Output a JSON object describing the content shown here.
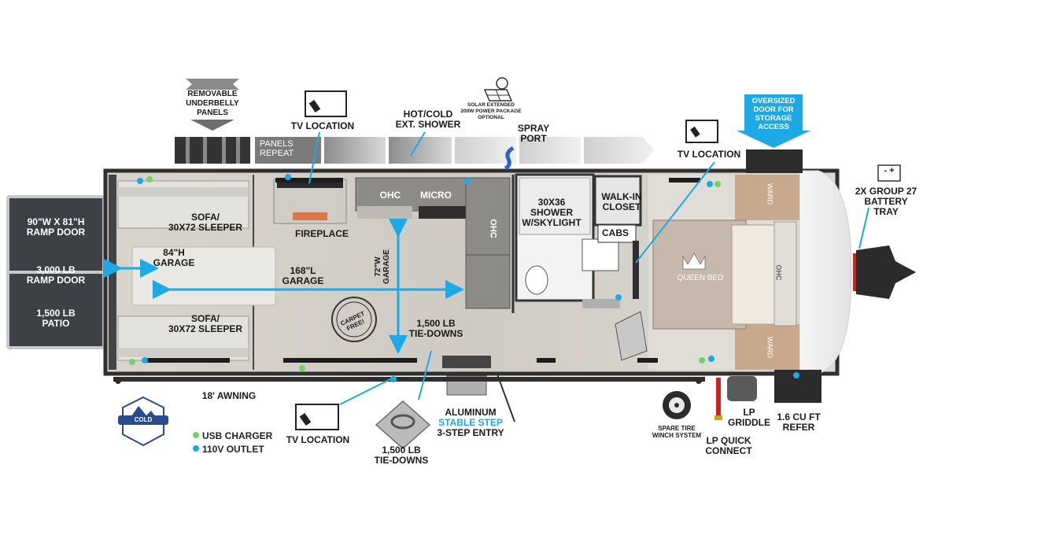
{
  "colors": {
    "usb": "#6fd36a",
    "outlet": "#1da8e6",
    "accent": "#1da8e6",
    "wall": "#3a3a3a",
    "floor": "#d9d7d3",
    "ramp": "#3d4044",
    "ramp_frame": "#c9c9c9"
  },
  "labels": {
    "removable_panels": "REMOVABLE\nUNDERBELLY\nPANELS",
    "panels_repeat": "PANELS\nREPEAT",
    "tv_location_top": "TV LOCATION",
    "hot_cold_shower": "HOT/COLD\nEXT. SHOWER",
    "solar_package": "SOLAR EXTENDED\n200W POWER PACKAGE\nOPTIONAL",
    "spray_port": "SPRAY\nPORT",
    "tv_location_bedroom": "TV LOCATION",
    "oversized_door": "OVERSIZED\nDOOR FOR\nSTORAGE\nACCESS",
    "battery_tray": "2X GROUP 27\nBATTERY\nTRAY",
    "ramp_door_size": "90\"W x 81\"H\nRAMP DOOR",
    "ramp_door_weight": "3,000 LB\nRAMP DOOR",
    "patio": "1,500 LB\nPATIO",
    "sofa_top": "SOFA/\n30x72 SLEEPER",
    "sofa_bottom": "SOFA/\n30x72 SLEEPER",
    "garage_height": "84\"H\nGARAGE",
    "garage_length": "168\"L\nGARAGE",
    "garage_width": "72\"W\nGARAGE",
    "fireplace": "FIREPLACE",
    "ohc_kitchen": "OHC",
    "micro": "MICRO",
    "ohc_side": "OHC",
    "shower": "30x36\nSHOWER\nw/SKYLIGHT",
    "walk_in_closet": "WALK-IN\nCLOSET",
    "cabs": "CABS",
    "queen_bed": "QUEEN BED",
    "ohc_bed": "OHC",
    "ward_top": "WARD",
    "ward_bottom": "WARD",
    "carpet_free": "CARPET FREE!",
    "tie_downs_interior": "1,500 LB\nTIE-DOWNS",
    "awning": "18' AWNING",
    "tv_location_bottom": "TV LOCATION",
    "tie_downs_exterior": "1,500 LB\nTIE-DOWNS",
    "aluminum": "ALUMINUM",
    "stable_step": "STABLE STEP",
    "entry": "3-STEP ENTRY",
    "spare_tire": "SPARE TIRE\nWINCH SYSTEM",
    "lp_griddle": "LP\nGRIDDLE",
    "lp_quick_connect": "LP QUICK\nCONNECT",
    "refer": "1.6 CU FT\nREFER",
    "cold_weather": "COLD WEATHER",
    "battery_terminals": "- +"
  },
  "legend": {
    "usb": "USB CHARGER",
    "outlet": "110V OUTLET"
  },
  "icons": {
    "tv": "tv-remote-icon",
    "solar": "solar-panel-icon",
    "sun": "sun-icon",
    "crown": "crown-icon",
    "tire": "spare-tire-icon",
    "battery": "battery-icon",
    "tie_down": "tie-down-ring-icon",
    "mountain": "cold-weather-badge-icon",
    "hose": "spray-hose-icon"
  }
}
